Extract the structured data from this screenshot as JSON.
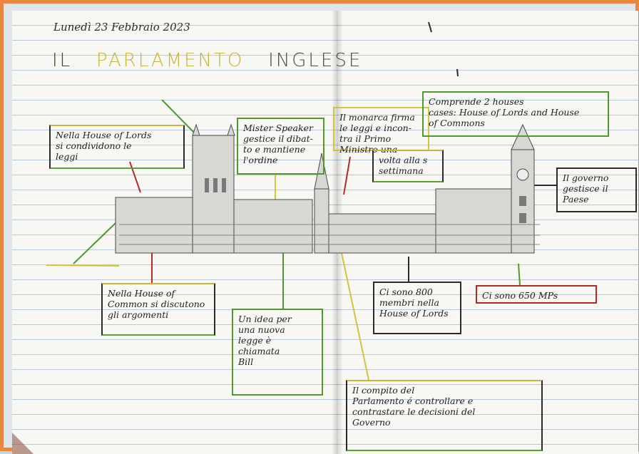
{
  "page": {
    "date": "Lunedì 23 Febbraio 2023",
    "title_parts": [
      "IL",
      "PARLAMENTO",
      "INGLESE"
    ]
  },
  "notes": {
    "lords_laws": "Nella House of Lords\nsi condividono le\nleggi",
    "speaker": "Mister Speaker\ngestice il dibat-\nto e mantiene\nl'ordine",
    "monarch": "Il monarca firma\nle leggi e incon-\ntra il Primo Ministro una",
    "monarch_cont": "volta alla s\nsettimana",
    "comprende": "Comprende 2 houses\ncases: House of Lords and House\nof Commons",
    "governo": "Il governo\ngestisce il\nPaese",
    "commons": "Nella House of\nCommon si discutono\ngli argomenti",
    "idea": "Un idea per\nuna nuova\nlegge è\nchiamata\nBill",
    "membri": "Ci sono 800\nmembri nella\nHouse of Lords",
    "mps": "Ci  sono 650 MPs",
    "compito": "Il compito del\nParlamento é controllare e\ncontrastare le decisioni del\nGoverno"
  },
  "colors": {
    "frame": "#e8873f",
    "paper": "#f7f7f4",
    "rule_line": "#b9c9d8",
    "green_marker": "#4e9a2c",
    "yellow_marker": "#d3c43a",
    "red_marker": "#b42a22"
  },
  "illustration": {
    "subject": "Palace of Westminster cutout",
    "icon": "palace-of-westminster-icon"
  }
}
